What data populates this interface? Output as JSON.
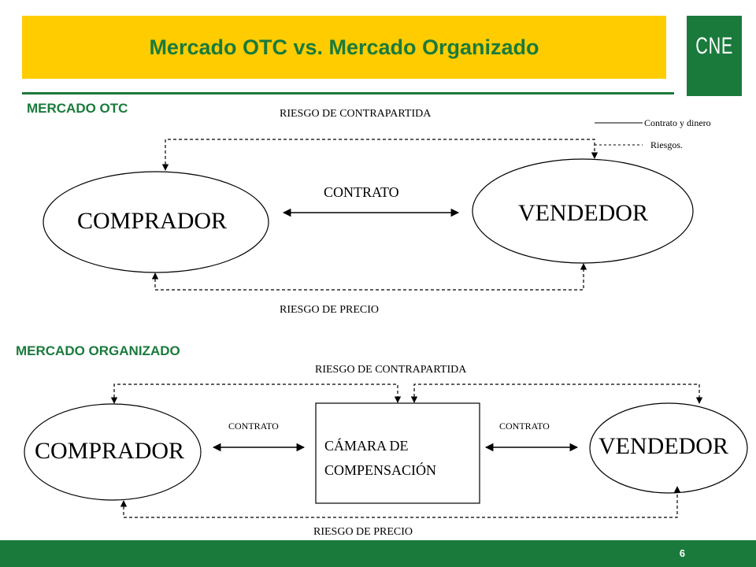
{
  "header": {
    "title": "Mercado OTC vs. Mercado Organizado",
    "logo_text": "CNE"
  },
  "legend": {
    "solid_label": "Contrato y dinero",
    "dashed_label": "Riesgos."
  },
  "otc": {
    "section_title": "MERCADO OTC",
    "counterparty_risk": "RIESGO DE CONTRAPARTIDA",
    "buyer": "COMPRADOR",
    "seller": "VENDEDOR",
    "contract": "CONTRATO",
    "price_risk": "RIESGO DE PRECIO"
  },
  "organized": {
    "section_title": "MERCADO ORGANIZADO",
    "counterparty_risk": "RIESGO DE CONTRAPARTIDA",
    "buyer": "COMPRADOR",
    "seller": "VENDEDOR",
    "contract_left": "CONTRATO",
    "contract_right": "CONTRATO",
    "clearing_house_line1": "CÁMARA DE",
    "clearing_house_line2": "COMPENSACIÓN",
    "price_risk": "RIESGO DE PRECIO"
  },
  "footer": {
    "page_number": "6"
  },
  "colors": {
    "brand_green": "#1a7a3c",
    "title_yellow": "#ffcc00"
  }
}
